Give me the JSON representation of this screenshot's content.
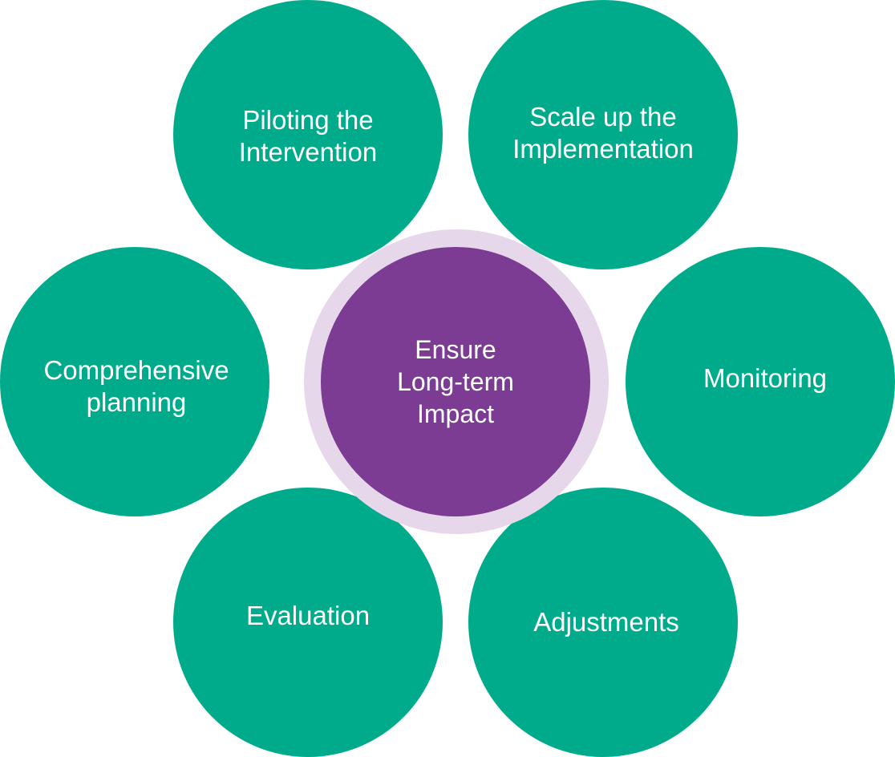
{
  "diagram": {
    "center": {
      "label": "Ensure\nLong-term\nImpact",
      "color": "#7c3c94",
      "ring_color": "#e6d8ea"
    },
    "node_color": "#00ab8c",
    "nodes": [
      {
        "label": "Piloting the\nIntervention"
      },
      {
        "label": "Scale up the\nImplementation"
      },
      {
        "label": "Comprehensive\nplanning"
      },
      {
        "label": "Monitoring"
      },
      {
        "label": "Evaluation"
      },
      {
        "label": "Adjustments"
      }
    ]
  }
}
